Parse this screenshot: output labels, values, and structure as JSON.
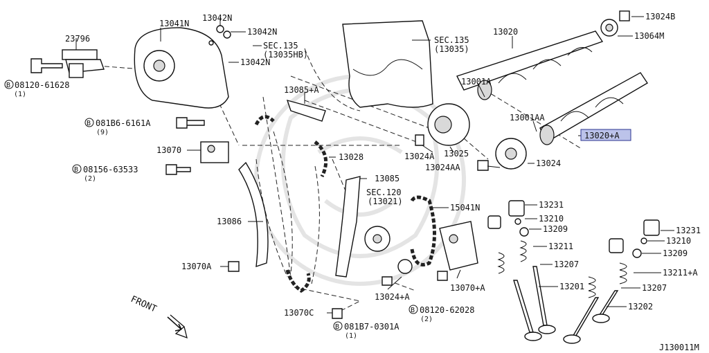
{
  "labels": {
    "p23796": "23796",
    "p13041N": "13041N",
    "p13042N_top": "13042N",
    "p13042N_mid": "13042N",
    "p13042N_low": "13042N",
    "sec135a": "SEC.135",
    "sec135a_sub": "(13035HB)",
    "sec135b": "SEC.135",
    "sec135b_sub": "(13035)",
    "p13020": "13020",
    "p13024B": "13024B",
    "p13064M": "13064M",
    "p13001A": "13001A",
    "p13001AA": "13001AA",
    "p13020A": "13020+A",
    "p13085A": "13085+A",
    "p13024A": "13024A",
    "p13025": "13025",
    "p13024AA": "13024AA",
    "p13024": "13024",
    "p13070": "13070",
    "p13028": "13028",
    "p13085": "13085",
    "sec120": "SEC.120",
    "sec120_sub": "(13021)",
    "p15041N": "15041N",
    "p13086": "13086",
    "p13070A": "13070A",
    "p13024plusA": "13024+A",
    "p13070C": "13070C",
    "p13070plusA": "13070+A",
    "p13231_a": "13231",
    "p13210_a": "13210",
    "p13209_a": "13209",
    "p13211": "13211",
    "p13207_a": "13207",
    "p13201": "13201",
    "p13231_b": "13231",
    "p13210_b": "13210",
    "p13209_b": "13209",
    "p13211A": "13211+A",
    "p13207_b": "13207",
    "p13202": "13202",
    "bolt1": "08120-61628",
    "bolt1_qty": "(1)",
    "bolt2": "081B6-6161A",
    "bolt2_qty": "(9)",
    "bolt3": "08156-63533",
    "bolt3_qty": "(2)",
    "bolt4": "08120-62028",
    "bolt4_qty": "(2)",
    "bolt5": "081B7-0301A",
    "bolt5_qty": "(1)",
    "bolt_prefix": "B",
    "front": "FRONT",
    "diagram_id": "J130011M"
  },
  "colors": {
    "highlight_fill": "#bcc3ea",
    "highlight_stroke": "#2b3590",
    "ink": "#111111"
  }
}
